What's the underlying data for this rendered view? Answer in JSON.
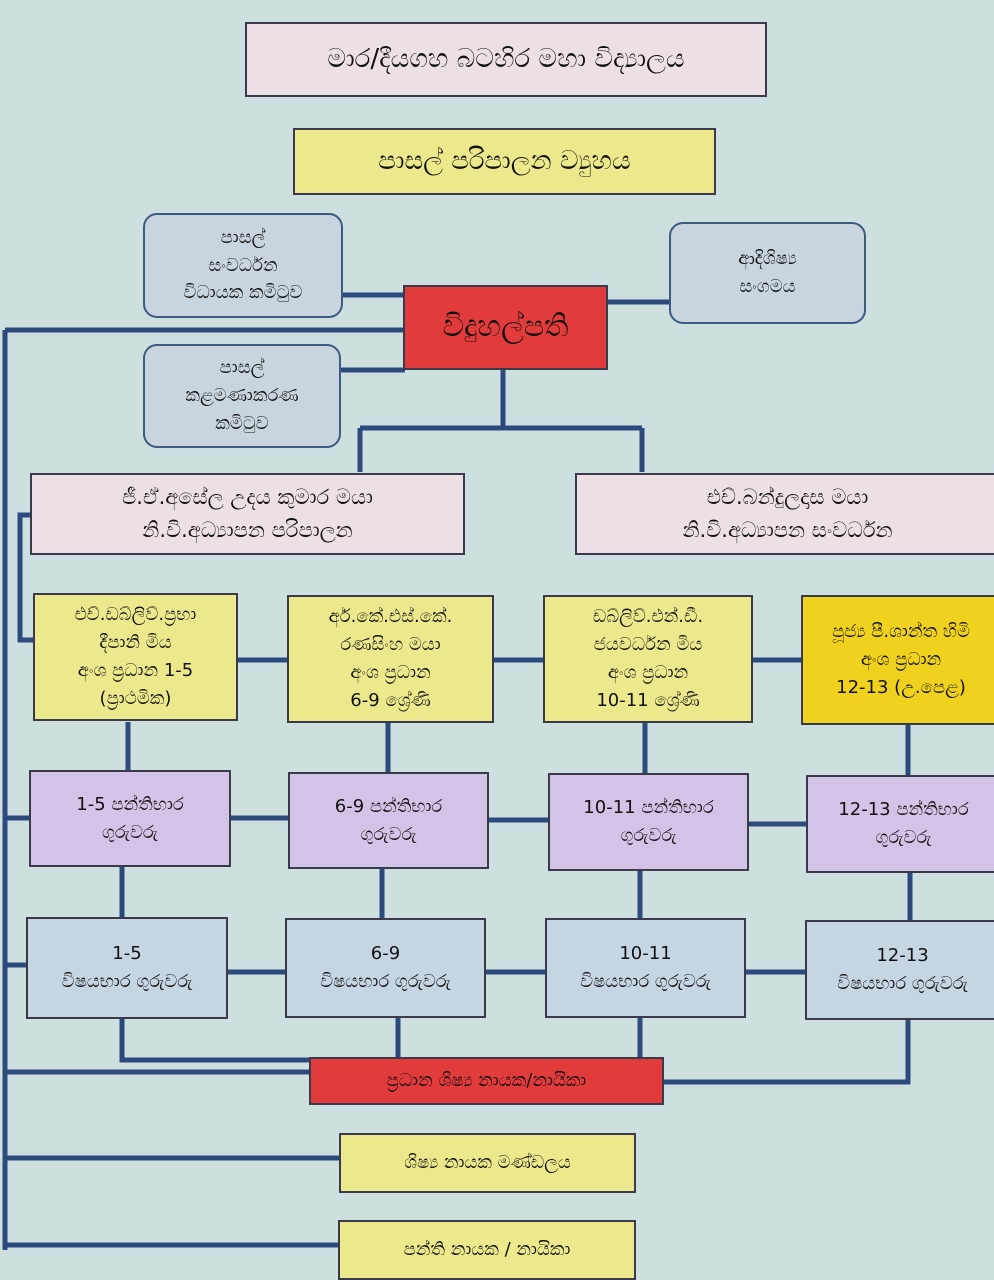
{
  "header": {
    "school": "මාර/දීයගහ බටහිර මහා විද්‍යාලය",
    "title": "පාසල් පරිපාලන ව්‍යුහය"
  },
  "committees": {
    "development": [
      "පාසල්",
      "සංවර්ධන",
      "විධායක කමිටුව"
    ],
    "alumni": [
      "ආදිශිෂ්‍ය",
      "සංගමය"
    ],
    "management": [
      "පාසල්",
      "කළමණාකරණ",
      "කමිටුව"
    ]
  },
  "principal": "විදුහල්පති",
  "deputies": [
    {
      "name": "ජී.ඒ.අසේල උදය කුමාර මයා",
      "role": "නි.වි.අධ්‍යාපන පරිපාලන"
    },
    {
      "name": "එච්.බන්දුලදාස මයා",
      "role": "නි.වි.අධ්‍යාපන සංවර්ධන"
    }
  ],
  "section_heads": [
    [
      "එච්.ඩබ්ලිව්.ප්‍රභා",
      "දීපානි මිය",
      "අංශ ප්‍රධාන 1-5",
      "(ප්‍රාථමික)"
    ],
    [
      "අර්.කේ.එස්.කේ.",
      "රණසිංහ මයා",
      "අංශ ප්‍රධාන",
      "6-9 ශ්‍රේණි"
    ],
    [
      "ඩබ්ලිව්.එන්.ඩී.",
      "ජයවර්ධන මිය",
      "අංශ ප්‍රධාන",
      "10-11 ශ්‍රේණි"
    ],
    [
      "පූජ්‍ය පී.ශාන්ත හිමි",
      "අංශ ප්‍රධාන",
      "12-13 (උ.පෙළ)"
    ]
  ],
  "class_teachers": [
    [
      "1-5 පන්තිභාර",
      "ගුරුවරු"
    ],
    [
      "6-9 පන්තිභාර",
      "ගුරුවරු"
    ],
    [
      "10-11 පන්තිභාර",
      "ගුරුවරු"
    ],
    [
      "12-13 පන්තිභාර",
      "ගුරුවරු"
    ]
  ],
  "subject_teachers": [
    [
      "1-5",
      "විෂයභාර ගුරුවරු"
    ],
    [
      "6-9",
      "විෂයභාර ගුරුවරු"
    ],
    [
      "10-11",
      "විෂයභාර ගුරුවරු"
    ],
    [
      "12-13",
      "විෂයභාර ගුරුවරු"
    ]
  ],
  "head_prefect": "ප්‍රධාන ශිෂ්‍ය නායක/නායිකා",
  "prefect_board": "ශිෂ්‍ය නායක මණ්ඩලය",
  "class_monitors": "පන්ති නායක / නායිකා"
}
